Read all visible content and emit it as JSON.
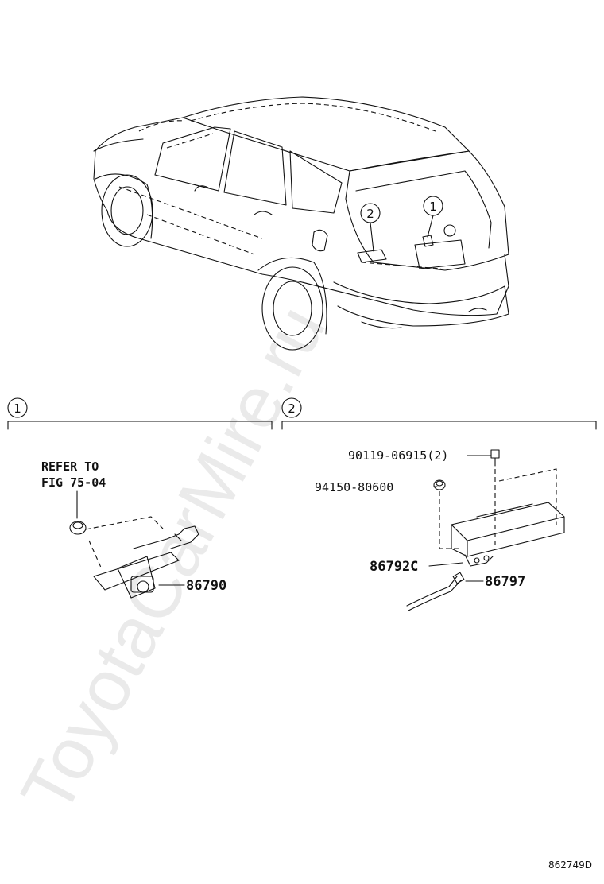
{
  "watermark": "ToyotaCarMire.ru",
  "callouts": {
    "one": "1",
    "two": "2"
  },
  "section_one": {
    "marker": "1",
    "refer_line1": "REFER TO",
    "refer_line2": "FIG 75-04",
    "part_camera": "86790"
  },
  "section_two": {
    "marker": "2",
    "part_bolt": "90119-06915(2)",
    "part_nut": "94150-80600",
    "part_bracket": "86792C",
    "part_wire": "86797"
  },
  "diagram_code": "862749D"
}
